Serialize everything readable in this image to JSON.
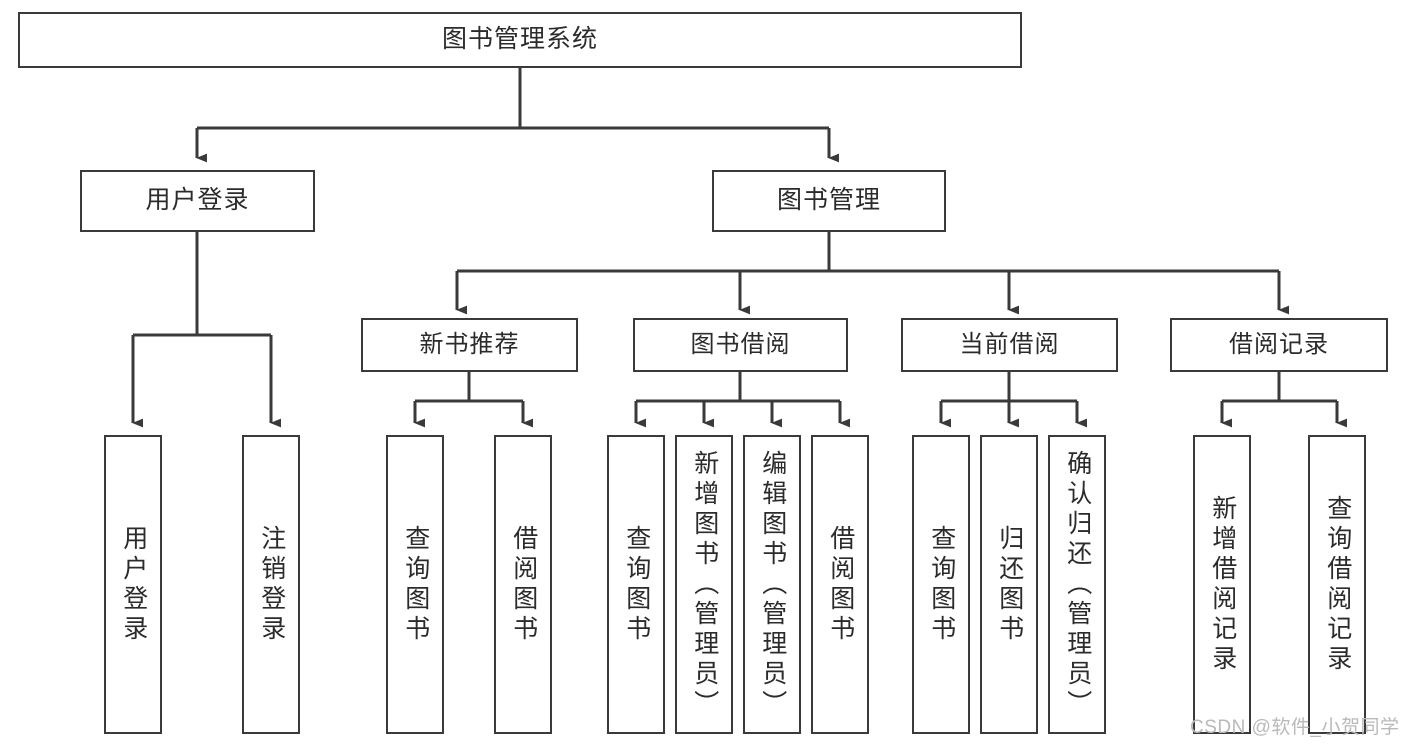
{
  "diagram": {
    "type": "hierarchy-tree",
    "title": "图书管理系统",
    "colors": {
      "stroke": "#3a3a3a",
      "fill": "#ffffff",
      "text": "#2b2b2b",
      "watermark": "#b9b9b9"
    },
    "root": {
      "label": "图书管理系统"
    },
    "tier2": [
      {
        "label": "用户登录"
      },
      {
        "label": "图书管理"
      }
    ],
    "tier3": [
      {
        "label": "新书推荐"
      },
      {
        "label": "图书借阅"
      },
      {
        "label": "当前借阅"
      },
      {
        "label": "借阅记录"
      }
    ],
    "leaves": {
      "user_login": [
        {
          "label": "用户登录"
        },
        {
          "label": "注销登录"
        }
      ],
      "new_book_recommend": [
        {
          "label": "查询图书"
        },
        {
          "label": "借阅图书"
        }
      ],
      "book_borrow": [
        {
          "label": "查询图书"
        },
        {
          "label": "新增图书（管理员）"
        },
        {
          "label": "编辑图书（管理员）"
        },
        {
          "label": "借阅图书"
        }
      ],
      "current_borrow": [
        {
          "label": "查询图书"
        },
        {
          "label": "归还图书"
        },
        {
          "label": "确认归还（管理员）"
        }
      ],
      "borrow_record": [
        {
          "label": "新增借阅记录"
        },
        {
          "label": "查询借阅记录"
        }
      ]
    }
  },
  "watermark": {
    "text": "CSDN @软件_小贺同学"
  }
}
